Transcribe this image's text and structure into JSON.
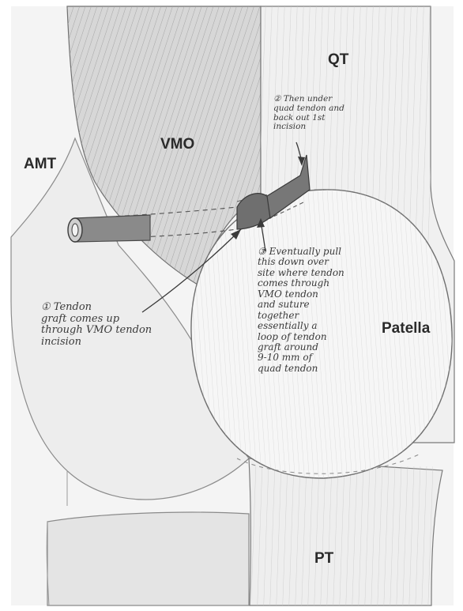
{
  "labels": {
    "qt": "QT",
    "vmo": "VMO",
    "amt": "AMT",
    "patella": "Patella",
    "pt": "PT"
  },
  "notes": {
    "step1": "① Tendon\ngraft comes up\nthrough VMO tendon\nincision",
    "step2": "② Then under\nquad tendon and\nback out 1st\nincision",
    "step3": "③ Eventually pull\nthis down over\nsite where tendon\ncomes through\nVMO tendon\nand suture\ntogether\nessentially a\nloop of tendon\ngraft around\n9-10 mm of\nquad tendon"
  },
  "colors": {
    "pencil": "#555555",
    "shading": "#8a8a8a",
    "graft": "#6f6f6f",
    "paper": "#f4f4f4"
  }
}
